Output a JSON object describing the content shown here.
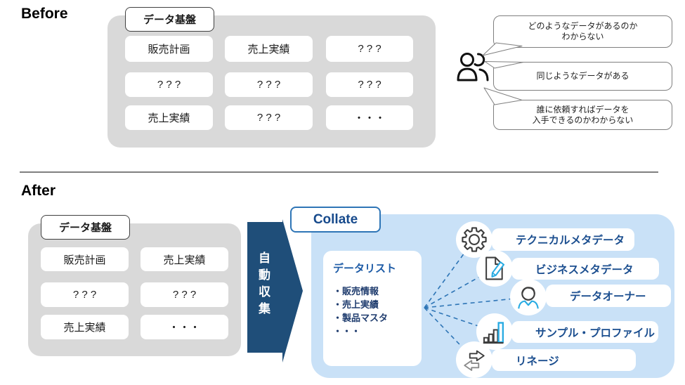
{
  "colors": {
    "gray_box": "#d9d9d9",
    "border_gray": "#7f7f7f",
    "arrow_navy": "#1f4e79",
    "accent_blue": "#2e75b6",
    "label_blue": "#1b4e8f",
    "list_title_blue": "#1d5ba6",
    "list_item_navy": "#1f3c6e",
    "light_blue_bg": "#c9e1f7",
    "cyan": "#29abe2"
  },
  "before": {
    "title": "Before",
    "platform_label": "データ基盤",
    "grid": [
      [
        "販売計画",
        "売上実績",
        "? ? ?"
      ],
      [
        "? ? ?",
        "? ? ?",
        "? ? ?"
      ],
      [
        "売上実績",
        "? ? ?",
        "・・・"
      ]
    ],
    "bubbles": [
      {
        "line1": "どのようなデータがあるのか",
        "line2": "わからない"
      },
      {
        "line1": "同じようなデータがある",
        "line2": ""
      },
      {
        "line1": "誰に依頼すればデータを",
        "line2": "入手できるのかわからない"
      }
    ]
  },
  "after": {
    "title": "After",
    "platform_label": "データ基盤",
    "grid": [
      [
        "販売計画",
        "売上実績"
      ],
      [
        "? ? ?",
        "? ? ?"
      ],
      [
        "売上実績",
        "・・・"
      ]
    ],
    "arrow_label": "自動収集",
    "collate": {
      "brand": "Collate",
      "datalist": {
        "title": "データリスト",
        "items": [
          "・販売情報",
          "・売上実績",
          "・製品マスタ",
          "・・・"
        ]
      },
      "features": [
        {
          "icon": "gear-icon",
          "label": "テクニカルメタデータ"
        },
        {
          "icon": "document-pencil-icon",
          "label": "ビジネスメタデータ"
        },
        {
          "icon": "person-icon",
          "label": "データオーナー"
        },
        {
          "icon": "bar-chart-icon",
          "label": "サンプル・プロファイル"
        },
        {
          "icon": "lineage-arrows-icon",
          "label": "リネージ"
        }
      ]
    }
  }
}
